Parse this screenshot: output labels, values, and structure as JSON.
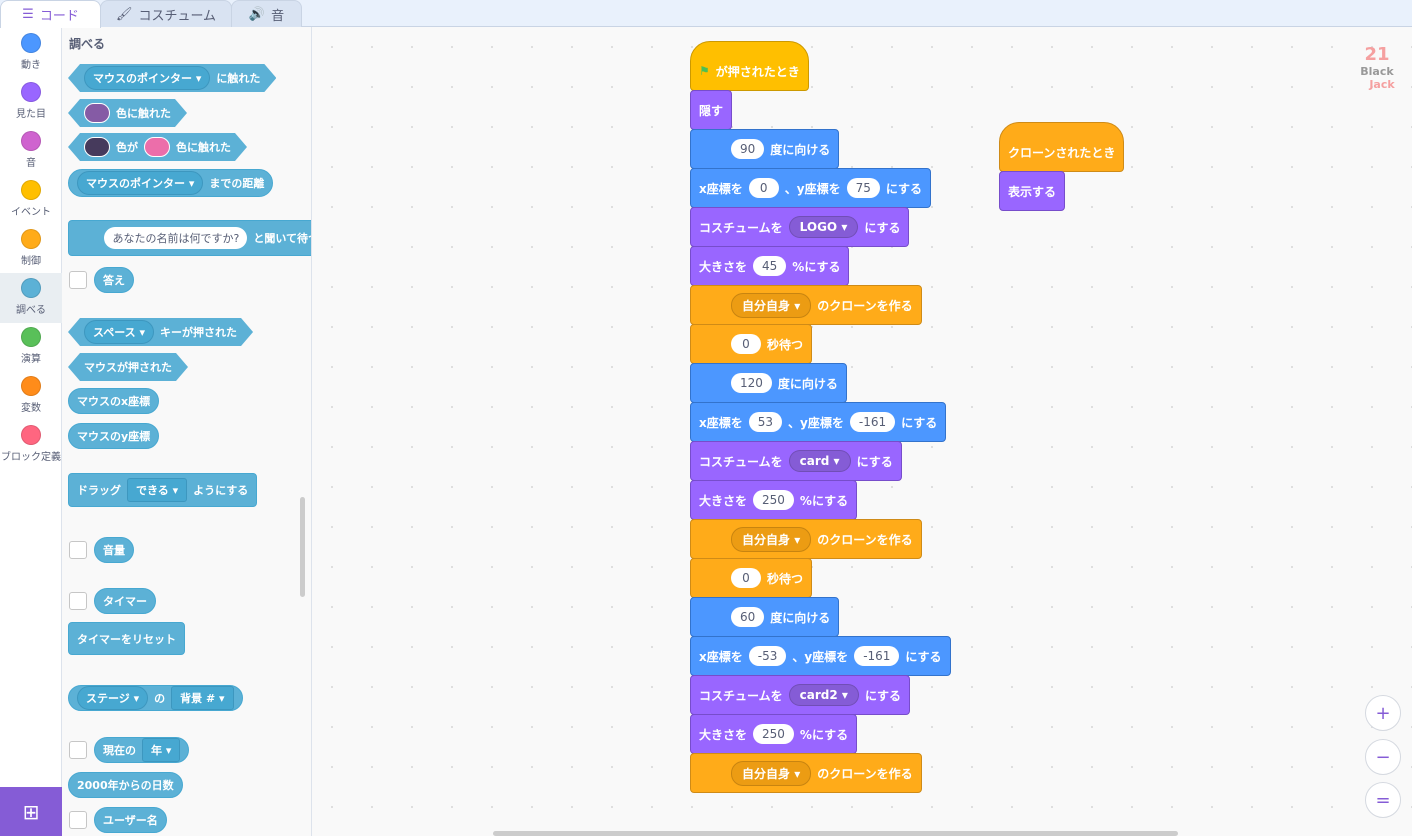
{
  "tabs": {
    "code": "コード",
    "costume": "コスチューム",
    "sound": "音"
  },
  "categories": [
    {
      "label": "動き",
      "color": "#4c97ff"
    },
    {
      "label": "見た目",
      "color": "#9966ff"
    },
    {
      "label": "音",
      "color": "#cf63cf"
    },
    {
      "label": "イベント",
      "color": "#ffbf00"
    },
    {
      "label": "制御",
      "color": "#ffab19"
    },
    {
      "label": "調べる",
      "color": "#5cb1d6"
    },
    {
      "label": "演算",
      "color": "#59c059"
    },
    {
      "label": "変数",
      "color": "#ff8c1a"
    },
    {
      "label": "ブロック定義",
      "color": "#ff6680"
    }
  ],
  "palette": {
    "heading": "調べる",
    "touching_dd": "マウスのポインター",
    "touching_suffix": "に触れた",
    "color_touch": "色に触れた",
    "color_is": "色が",
    "color_touch2": "色に触れた",
    "distance_dd": "マウスのポインター",
    "distance_suffix": "までの距離",
    "ask_value": "あなたの名前は何ですか?",
    "ask_suffix": "と聞いて待つ",
    "answer": "答え",
    "key_dd": "スペース",
    "key_suffix": "キーが押された",
    "mouse_down": "マウスが押された",
    "mouse_x": "マウスのx座標",
    "mouse_y": "マウスのy座標",
    "drag_prefix": "ドラッグ",
    "drag_dd": "できる",
    "drag_suffix": "ようにする",
    "loudness": "音量",
    "timer": "タイマー",
    "reset_timer": "タイマーをリセット",
    "of_dd": "ステージ",
    "of_mid": "の",
    "of_dd2": "背景 #",
    "current_prefix": "現在の",
    "current_dd": "年",
    "days": "2000年からの日数",
    "username": "ユーザー名"
  },
  "colors": {
    "motion": "#4c97ff",
    "looks": "#9966ff",
    "events": "#ffbf00",
    "control": "#ffab19",
    "sensing": "#5cb1d6"
  },
  "scripts": [
    {
      "blocks": [
        {
          "cat": "events",
          "hat": true,
          "flag": true,
          "parts": [
            {
              "t": "が押されたとき"
            }
          ]
        },
        {
          "cat": "looks",
          "parts": [
            {
              "t": "隠す"
            }
          ]
        },
        {
          "cat": "motion",
          "pad": true,
          "parts": [
            {
              "in": "90"
            },
            {
              "t": "度に向ける"
            }
          ]
        },
        {
          "cat": "motion",
          "parts": [
            {
              "t": "x座標を"
            },
            {
              "in": "0"
            },
            {
              "t": "、y座標を"
            },
            {
              "in": "75"
            },
            {
              "t": "にする"
            }
          ]
        },
        {
          "cat": "looks",
          "parts": [
            {
              "t": "コスチュームを"
            },
            {
              "dd": "LOGO"
            },
            {
              "t": "にする"
            }
          ]
        },
        {
          "cat": "looks",
          "parts": [
            {
              "t": "大きさを"
            },
            {
              "in": "45"
            },
            {
              "t": "%にする"
            }
          ]
        },
        {
          "cat": "control",
          "pad": true,
          "parts": [
            {
              "dd": "自分自身"
            },
            {
              "t": "のクローンを作る"
            }
          ]
        },
        {
          "cat": "control",
          "pad": true,
          "parts": [
            {
              "in": "0"
            },
            {
              "t": "秒待つ"
            }
          ]
        },
        {
          "cat": "motion",
          "pad": true,
          "parts": [
            {
              "in": "120"
            },
            {
              "t": "度に向ける"
            }
          ]
        },
        {
          "cat": "motion",
          "parts": [
            {
              "t": "x座標を"
            },
            {
              "in": "53"
            },
            {
              "t": "、y座標を"
            },
            {
              "in": "-161"
            },
            {
              "t": "にする"
            }
          ]
        },
        {
          "cat": "looks",
          "parts": [
            {
              "t": "コスチュームを"
            },
            {
              "dd": "card"
            },
            {
              "t": "にする"
            }
          ]
        },
        {
          "cat": "looks",
          "parts": [
            {
              "t": "大きさを"
            },
            {
              "in": "250"
            },
            {
              "t": "%にする"
            }
          ]
        },
        {
          "cat": "control",
          "pad": true,
          "parts": [
            {
              "dd": "自分自身"
            },
            {
              "t": "のクローンを作る"
            }
          ]
        },
        {
          "cat": "control",
          "pad": true,
          "parts": [
            {
              "in": "0"
            },
            {
              "t": "秒待つ"
            }
          ]
        },
        {
          "cat": "motion",
          "pad": true,
          "parts": [
            {
              "in": "60"
            },
            {
              "t": "度に向ける"
            }
          ]
        },
        {
          "cat": "motion",
          "parts": [
            {
              "t": "x座標を"
            },
            {
              "in": "-53"
            },
            {
              "t": "、y座標を"
            },
            {
              "in": "-161"
            },
            {
              "t": "にする"
            }
          ]
        },
        {
          "cat": "looks",
          "parts": [
            {
              "t": "コスチュームを"
            },
            {
              "dd": "card2"
            },
            {
              "t": "にする"
            }
          ]
        },
        {
          "cat": "looks",
          "parts": [
            {
              "t": "大きさを"
            },
            {
              "in": "250"
            },
            {
              "t": "%にする"
            }
          ]
        },
        {
          "cat": "control",
          "pad": true,
          "parts": [
            {
              "dd": "自分自身"
            },
            {
              "t": "のクローンを作る"
            }
          ]
        }
      ]
    },
    {
      "blocks": [
        {
          "cat": "control",
          "hat": true,
          "parts": [
            {
              "t": "クローンされたとき"
            }
          ]
        },
        {
          "cat": "looks",
          "parts": [
            {
              "t": "表示する"
            }
          ]
        }
      ]
    }
  ],
  "sprite_logo": {
    "text": "21 Black Jack"
  },
  "zoom": {
    "in": "+",
    "out": "−",
    "reset": "="
  }
}
